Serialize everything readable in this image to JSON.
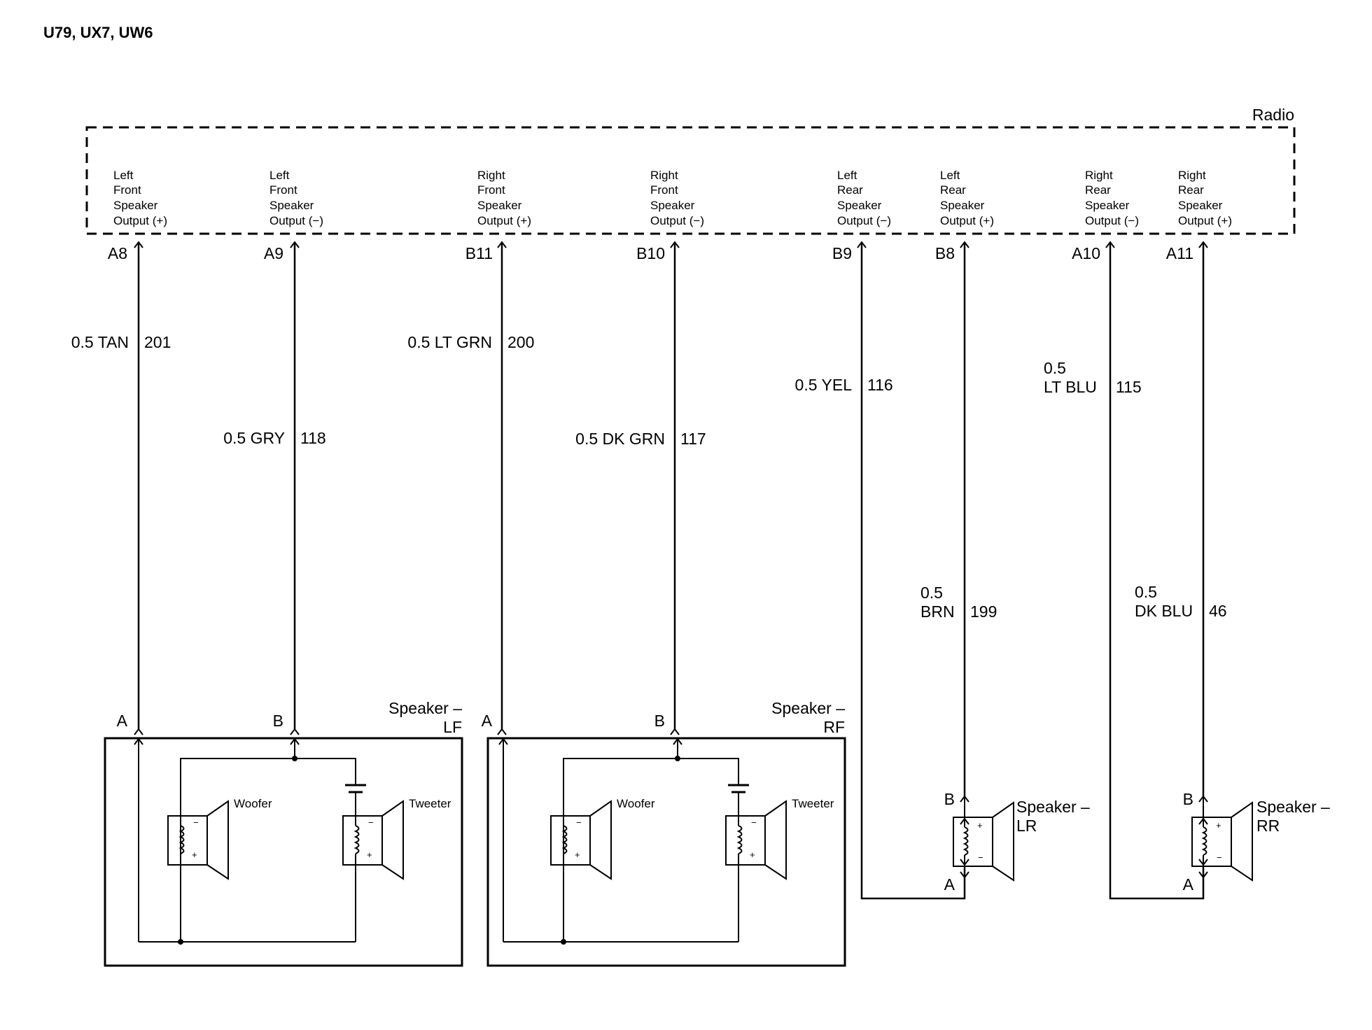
{
  "header": {
    "title": "U79, UX7, UW6"
  },
  "radio": {
    "label": "Radio"
  },
  "outputs": [
    {
      "lines": [
        "Left",
        "Front",
        "Speaker",
        "Output (+)"
      ],
      "pin": "A8",
      "wire_size": "0.5",
      "wire_color": "TAN",
      "circuit": "201"
    },
    {
      "lines": [
        "Left",
        "Front",
        "Speaker",
        "Output (−)"
      ],
      "pin": "A9",
      "wire_size": "0.5",
      "wire_color": "GRY",
      "circuit": "118"
    },
    {
      "lines": [
        "Right",
        "Front",
        "Speaker",
        "Output (+)"
      ],
      "pin": "B11",
      "wire_size": "0.5",
      "wire_color": "LT GRN",
      "circuit": "200"
    },
    {
      "lines": [
        "Right",
        "Front",
        "Speaker",
        "Output (−)"
      ],
      "pin": "B10",
      "wire_size": "0.5",
      "wire_color": "DK GRN",
      "circuit": "117"
    },
    {
      "lines": [
        "Left",
        "Rear",
        "Speaker",
        "Output (−)"
      ],
      "pin": "B9",
      "wire_size": "0.5",
      "wire_color": "YEL",
      "circuit": "116"
    },
    {
      "lines": [
        "Left",
        "Rear",
        "Speaker",
        "Output (+)"
      ],
      "pin": "B8",
      "wire_size": "0.5",
      "wire_color": "BRN",
      "circuit": "199"
    },
    {
      "lines": [
        "Right",
        "Rear",
        "Speaker",
        "Output (−)"
      ],
      "pin": "A10",
      "wire_size": "0.5",
      "wire_color": "LT BLU",
      "circuit": "115"
    },
    {
      "lines": [
        "Right",
        "Rear",
        "Speaker",
        "Output (+)"
      ],
      "pin": "A11",
      "wire_size": "0.5",
      "wire_color": "DK BLU",
      "circuit": "46"
    }
  ],
  "speakers": {
    "lf": {
      "line1": "Speaker –",
      "line2": "LF",
      "pin_a": "A",
      "pin_b": "B",
      "woofer": "Woofer",
      "tweeter": "Tweeter"
    },
    "rf": {
      "line1": "Speaker –",
      "line2": "RF",
      "pin_a": "A",
      "pin_b": "B",
      "woofer": "Woofer",
      "tweeter": "Tweeter"
    },
    "lr": {
      "line1": "Speaker –",
      "line2": "LR",
      "pin_a": "A",
      "pin_b": "B"
    },
    "rr": {
      "line1": "Speaker –",
      "line2": "RR",
      "pin_a": "A",
      "pin_b": "B"
    }
  },
  "polarity": {
    "plus": "+",
    "minus": "−"
  }
}
